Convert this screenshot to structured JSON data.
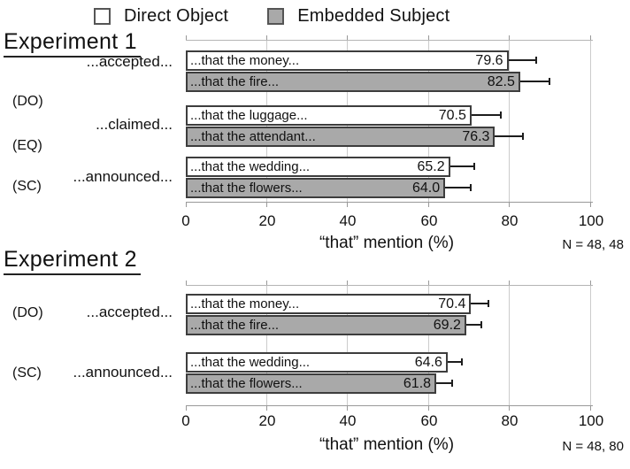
{
  "legend": {
    "items": [
      {
        "label": "Direct Object",
        "swatch_color": "#ffffff"
      },
      {
        "label": "Embedded Subject",
        "swatch_color": "#a9a9a9"
      }
    ]
  },
  "colors": {
    "bar_white": "#ffffff",
    "bar_gray": "#a9a9a9",
    "bar_border": "#3d3d3d",
    "gridline": "#cccccc",
    "axis": "#999999",
    "error_bar": "#1d1d1d",
    "text": "#111111"
  },
  "chart_data": [
    {
      "type": "bar",
      "orientation": "horizontal",
      "title": "Experiment 1",
      "xlabel": "“that” mention (%)",
      "n_label": "N = 48, 48",
      "xlim": [
        0,
        100
      ],
      "xticks": [
        0,
        20,
        40,
        60,
        80,
        100
      ],
      "grid": true,
      "series": [
        "Direct Object",
        "Embedded Subject"
      ],
      "groups": [
        {
          "verb": "...accepted...",
          "condition": "(DO)",
          "bars": [
            {
              "series": "Direct Object",
              "label": "...that the money...",
              "value": 79.6,
              "value_label": "79.6",
              "error": 7.0
            },
            {
              "series": "Embedded Subject",
              "label": "...that the fire...",
              "value": 82.5,
              "value_label": "82.5",
              "error": 7.5
            }
          ]
        },
        {
          "verb": "...claimed...",
          "condition": "(EQ)",
          "bars": [
            {
              "series": "Direct Object",
              "label": "...that the luggage...",
              "value": 70.5,
              "value_label": "70.5",
              "error": 7.5
            },
            {
              "series": "Embedded Subject",
              "label": "...that the attendant...",
              "value": 76.3,
              "value_label": "76.3",
              "error": 7.0
            }
          ]
        },
        {
          "verb": "...announced...",
          "condition": "(SC)",
          "bars": [
            {
              "series": "Direct Object",
              "label": "...that the wedding...",
              "value": 65.2,
              "value_label": "65.2",
              "error": 6.3
            },
            {
              "series": "Embedded Subject",
              "label": "...that the flowers...",
              "value": 64.0,
              "value_label": "64.0",
              "error": 6.5
            }
          ]
        }
      ]
    },
    {
      "type": "bar",
      "orientation": "horizontal",
      "title": "Experiment 2",
      "xlabel": "“that” mention (%)",
      "n_label": "N = 48, 80",
      "xlim": [
        0,
        100
      ],
      "xticks": [
        0,
        20,
        40,
        60,
        80,
        100
      ],
      "grid": true,
      "series": [
        "Direct Object",
        "Embedded Subject"
      ],
      "groups": [
        {
          "verb": "...accepted...",
          "condition": "(DO)",
          "bars": [
            {
              "series": "Direct Object",
              "label": "...that the money...",
              "value": 70.4,
              "value_label": "70.4",
              "error": 4.4
            },
            {
              "series": "Embedded Subject",
              "label": "...that the fire...",
              "value": 69.2,
              "value_label": "69.2",
              "error": 4.0
            }
          ]
        },
        {
          "verb": "...announced...",
          "condition": "(SC)",
          "bars": [
            {
              "series": "Direct Object",
              "label": "...that the wedding...",
              "value": 64.6,
              "value_label": "64.6",
              "error": 3.7
            },
            {
              "series": "Embedded Subject",
              "label": "...that the flowers...",
              "value": 61.8,
              "value_label": "61.8",
              "error": 4.2
            }
          ]
        }
      ]
    }
  ]
}
